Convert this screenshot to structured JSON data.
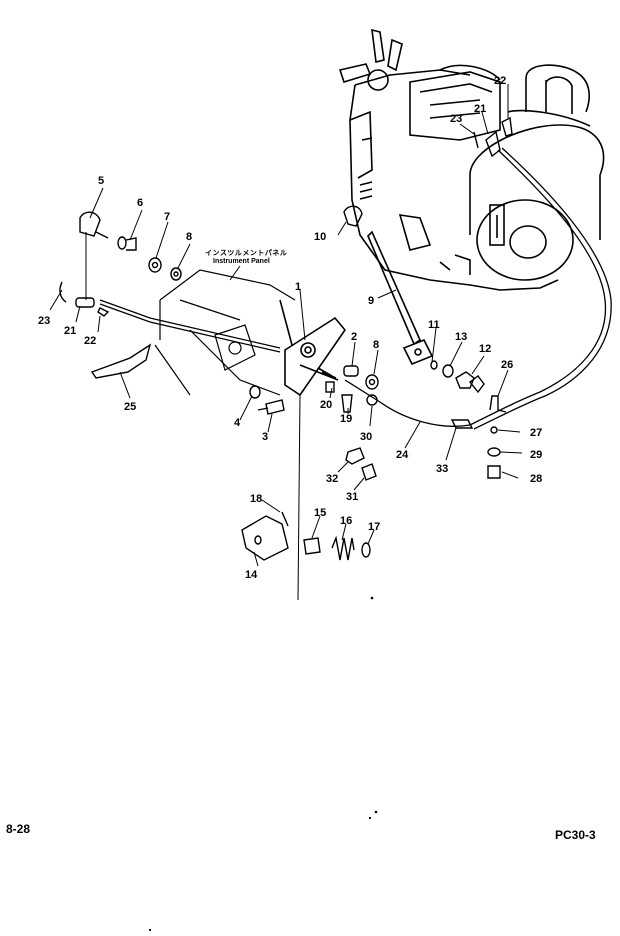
{
  "diagram": {
    "panel_label_jp": "インスツルメントパネル",
    "panel_label_en": "Instrument Panel",
    "callouts": [
      {
        "id": "c1",
        "text": "1"
      },
      {
        "id": "c2",
        "text": "2"
      },
      {
        "id": "c3",
        "text": "3"
      },
      {
        "id": "c4",
        "text": "4"
      },
      {
        "id": "c5",
        "text": "5"
      },
      {
        "id": "c6",
        "text": "6"
      },
      {
        "id": "c7",
        "text": "7"
      },
      {
        "id": "c8a",
        "text": "8"
      },
      {
        "id": "c8b",
        "text": "8"
      },
      {
        "id": "c9",
        "text": "9"
      },
      {
        "id": "c10",
        "text": "10"
      },
      {
        "id": "c11",
        "text": "11"
      },
      {
        "id": "c12",
        "text": "12"
      },
      {
        "id": "c13",
        "text": "13"
      },
      {
        "id": "c14",
        "text": "14"
      },
      {
        "id": "c15",
        "text": "15"
      },
      {
        "id": "c16",
        "text": "16"
      },
      {
        "id": "c17",
        "text": "17"
      },
      {
        "id": "c18",
        "text": "18"
      },
      {
        "id": "c19",
        "text": "19"
      },
      {
        "id": "c20",
        "text": "20"
      },
      {
        "id": "c21a",
        "text": "21"
      },
      {
        "id": "c21b",
        "text": "21"
      },
      {
        "id": "c22a",
        "text": "22"
      },
      {
        "id": "c22b",
        "text": "22"
      },
      {
        "id": "c23a",
        "text": "23"
      },
      {
        "id": "c23b",
        "text": "23"
      },
      {
        "id": "c24",
        "text": "24"
      },
      {
        "id": "c25",
        "text": "25"
      },
      {
        "id": "c26",
        "text": "26"
      },
      {
        "id": "c27",
        "text": "27"
      },
      {
        "id": "c28",
        "text": "28"
      },
      {
        "id": "c29",
        "text": "29"
      },
      {
        "id": "c30",
        "text": "30"
      },
      {
        "id": "c31",
        "text": "31"
      },
      {
        "id": "c32",
        "text": "32"
      },
      {
        "id": "c33",
        "text": "33"
      }
    ]
  },
  "footer": {
    "page_number": "8-28",
    "model": "PC30-3"
  }
}
